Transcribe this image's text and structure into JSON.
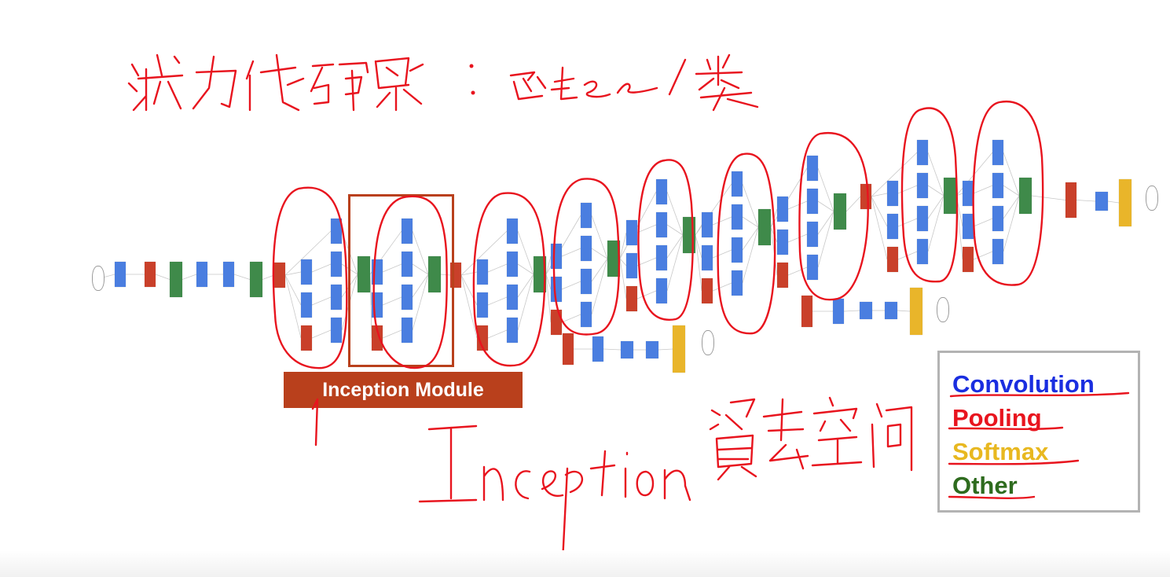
{
  "module_label": "Inception Module",
  "legend": {
    "items": [
      {
        "label": "Convolution",
        "color": "#1a2ee0"
      },
      {
        "label": "Pooling",
        "color": "#e8141e"
      },
      {
        "label": "Softmax",
        "color": "#e8b820"
      },
      {
        "label": "Other",
        "color": "#2e6b1e"
      }
    ]
  },
  "annotations": {
    "title": "减少代码冗余：函数/类",
    "inception": "Inception",
    "resources": "资源空间"
  },
  "block_colors": {
    "conv": "#4a7ee0",
    "pool": "#c9402a",
    "softmax": "#e9b52a",
    "other": "#3f8a4a"
  }
}
